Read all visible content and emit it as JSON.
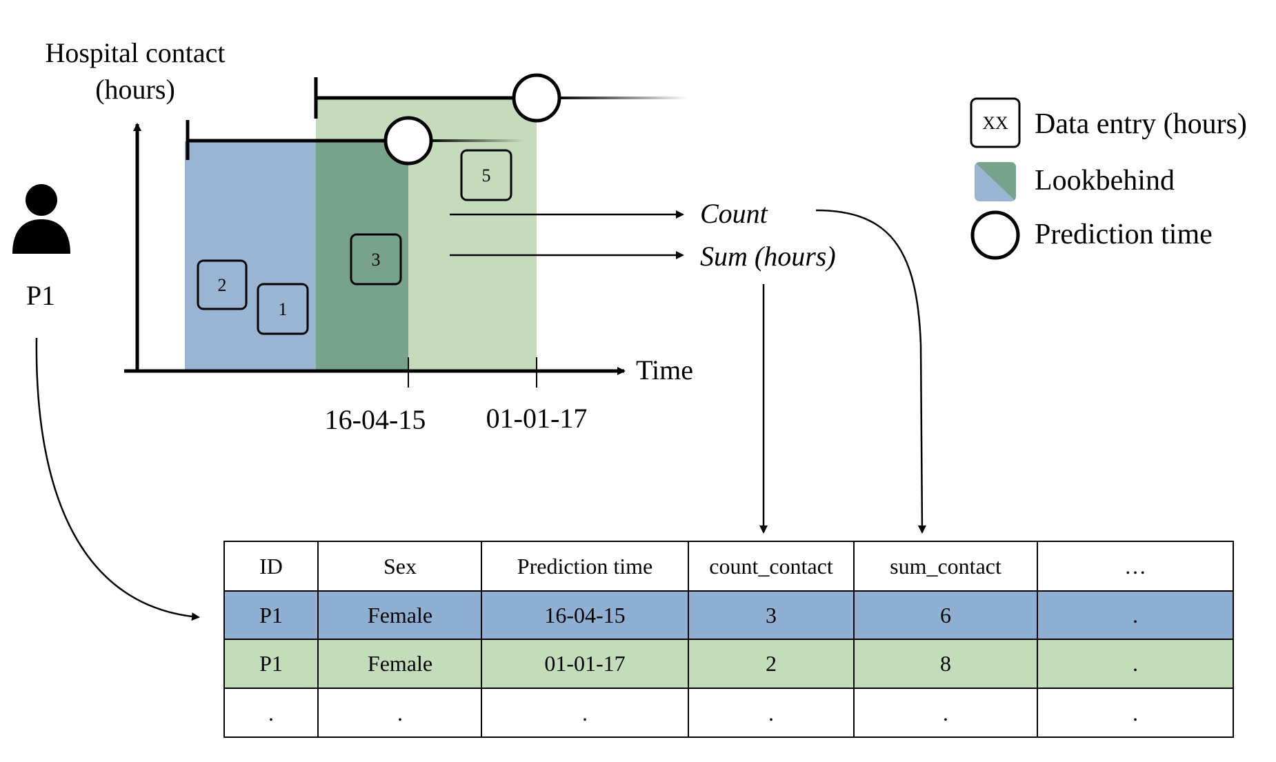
{
  "y_axis_label_line1": "Hospital contact",
  "y_axis_label_line2": "(hours)",
  "x_axis_label": "Time",
  "patient": {
    "id_label": "P1"
  },
  "prediction_dates": [
    "16-04-15",
    "01-01-17"
  ],
  "data_entries": [
    "2",
    "1",
    "3",
    "5"
  ],
  "aggregations": {
    "count": "Count",
    "sum": "Sum (hours)"
  },
  "legend": {
    "data_entry_box": "XX",
    "data_entry": "Data entry (hours)",
    "lookbehind": "Lookbehind",
    "prediction_time": "Prediction time"
  },
  "colors": {
    "blue_window": "#9ab5d1",
    "green_window": "#c5dbbb",
    "overlap": "#78a28c",
    "row_blue": "#8fb0d2",
    "row_green": "#c3dcba"
  },
  "table": {
    "headers": [
      "ID",
      "Sex",
      "Prediction time",
      "count_contact",
      "sum_contact",
      "…"
    ],
    "rows": [
      [
        "P1",
        "Female",
        "16-04-15",
        "3",
        "6",
        "."
      ],
      [
        "P1",
        "Female",
        "01-01-17",
        "2",
        "8",
        "."
      ],
      [
        ".",
        ".",
        ".",
        ".",
        ".",
        "."
      ]
    ]
  }
}
